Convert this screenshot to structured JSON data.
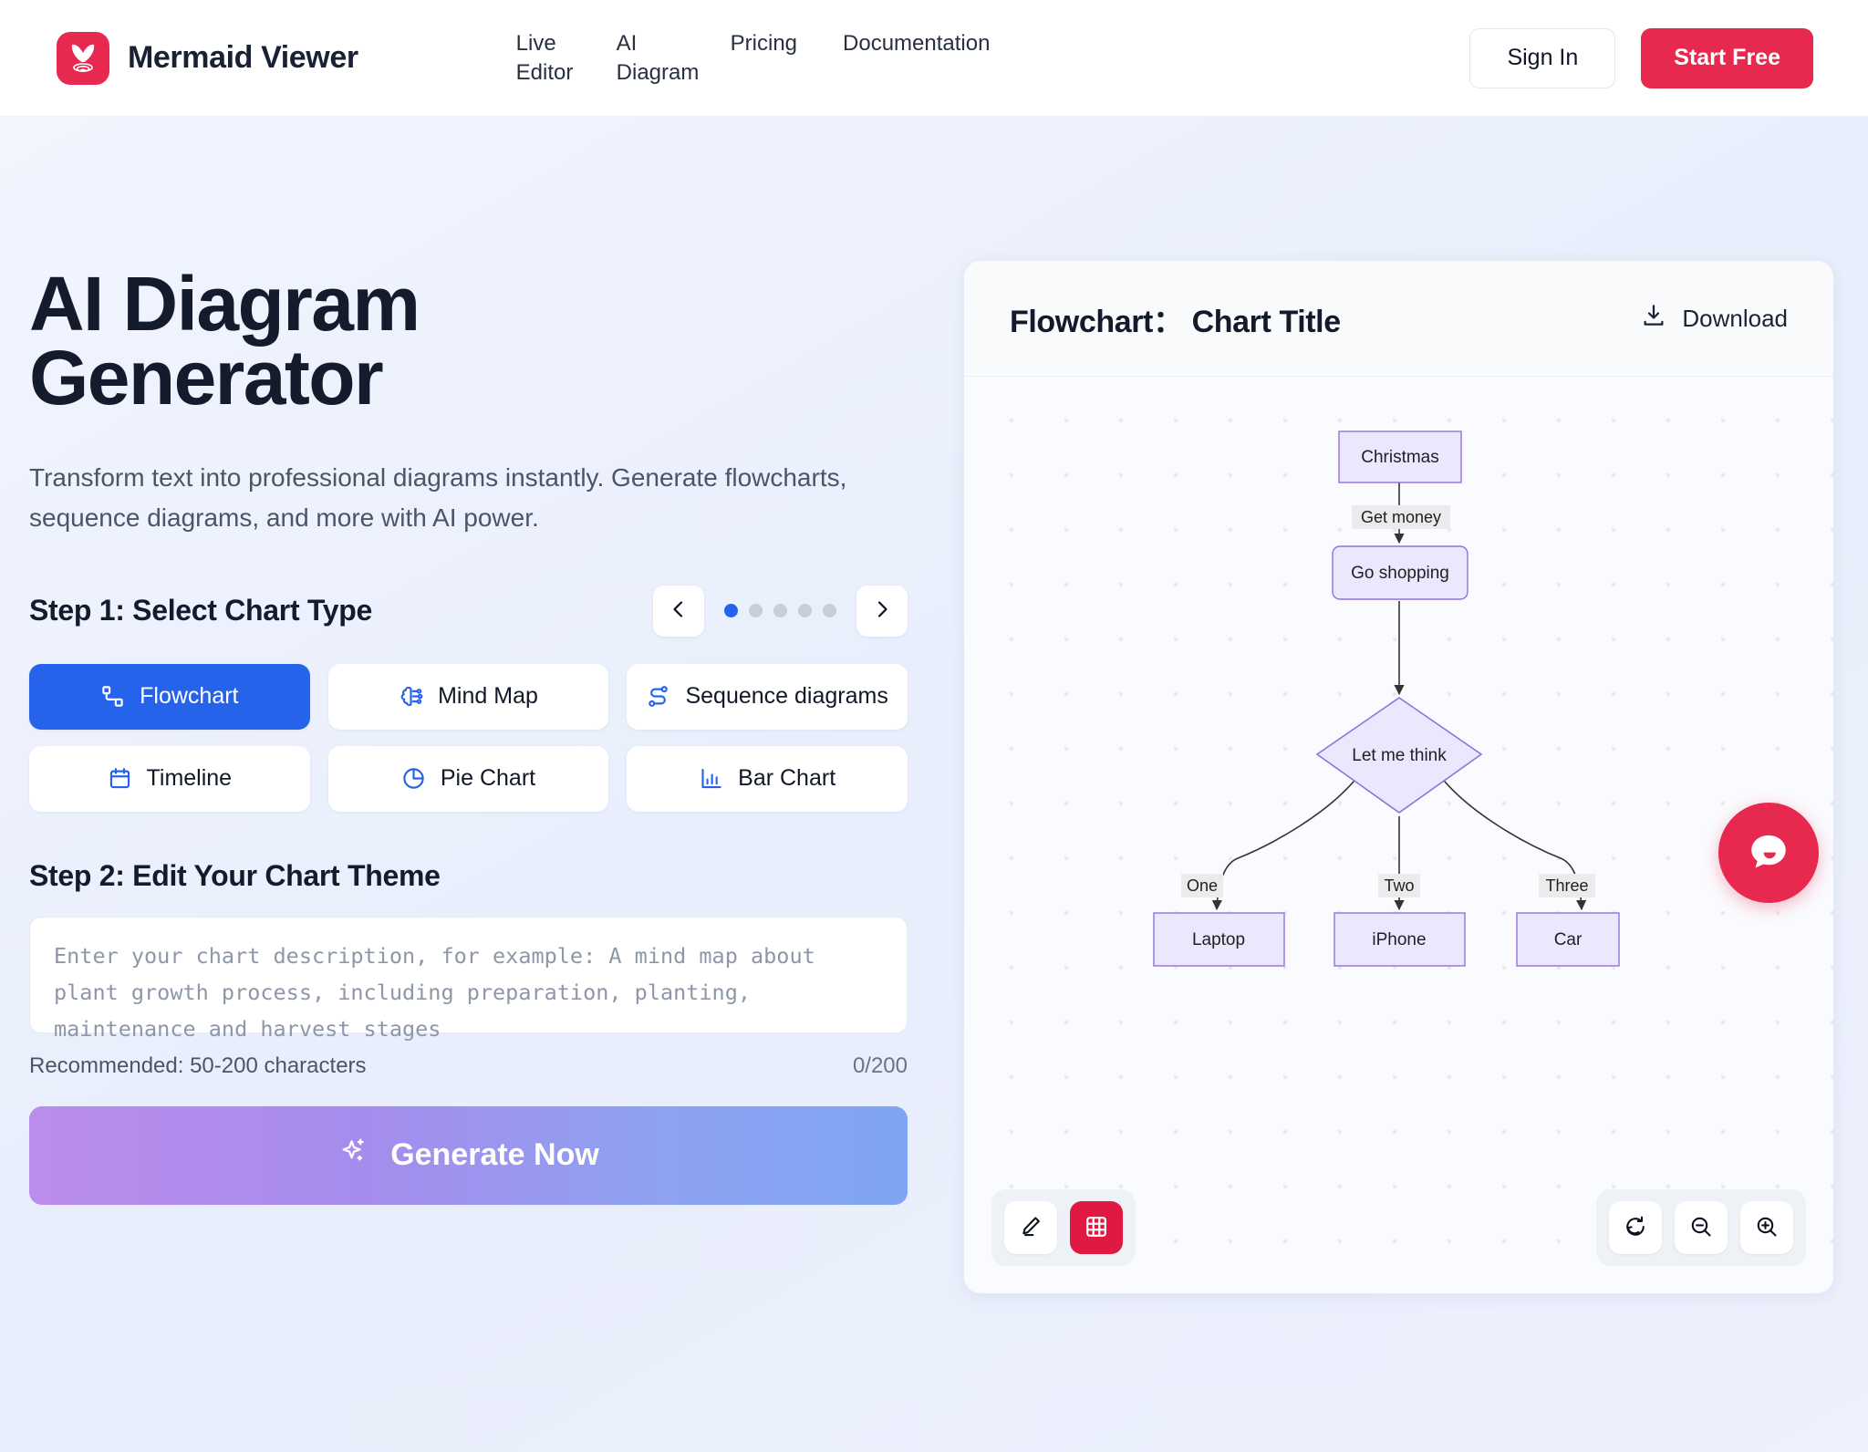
{
  "header": {
    "brand_name": "Mermaid Viewer",
    "logo_icon": "mermaid-tail-icon",
    "nav": [
      {
        "label": "Live Editor",
        "line1": "Live",
        "line2": "Editor"
      },
      {
        "label": "AI Diagram",
        "line1": "AI",
        "line2": "Diagram"
      },
      {
        "label": "Pricing",
        "line1": "Pricing",
        "line2": ""
      },
      {
        "label": "Documentation",
        "line1": "Documentation",
        "line2": ""
      }
    ],
    "sign_in_label": "Sign In",
    "start_free_label": "Start Free"
  },
  "hero": {
    "title_line1": "AI Diagram",
    "title_line2": "Generator",
    "subtitle": "Transform text into professional diagrams instantly. Generate flowcharts, sequence diagrams, and more with AI power."
  },
  "step1": {
    "title": "Step 1: Select Chart Type",
    "prev_icon": "chevron-left-icon",
    "next_icon": "chevron-right-icon",
    "dots_total": 5,
    "dot_active_index": 0,
    "active_color": "#2563EB",
    "inactive_color": "#C8CDD6",
    "types": [
      {
        "label": "Flowchart",
        "icon": "workflow-icon",
        "active": true
      },
      {
        "label": "Mind Map",
        "icon": "brain-icon",
        "active": false
      },
      {
        "label": "Sequence diagrams",
        "icon": "network-icon",
        "active": false
      },
      {
        "label": "Timeline",
        "icon": "calendar-icon",
        "active": false
      },
      {
        "label": "Pie Chart",
        "icon": "pie-chart-icon",
        "active": false
      },
      {
        "label": "Bar Chart",
        "icon": "bar-chart-icon",
        "active": false
      }
    ]
  },
  "step2": {
    "title": "Step 2: Edit Your Chart Theme",
    "textarea_value": "",
    "textarea_placeholder": "Enter your chart description, for example: A mind map about plant growth process, including preparation, planting, maintenance and harvest stages",
    "hint": "Recommended: 50-200 characters",
    "char_count": "0/200",
    "generate_label": "Generate Now",
    "generate_icon": "sparkles-icon"
  },
  "preview": {
    "title_prefix": "Flowchart：",
    "title_value": "Chart Title",
    "title_full": "Flowchart： Chart Title",
    "download_label": "Download",
    "download_icon": "download-icon",
    "toolbar_left": [
      {
        "name": "edit",
        "icon": "pencil-icon",
        "active": false
      },
      {
        "name": "grid",
        "icon": "grid-icon",
        "active": true
      }
    ],
    "toolbar_right": [
      {
        "name": "reset-view",
        "icon": "refresh-icon"
      },
      {
        "name": "zoom-out",
        "icon": "zoom-out-icon"
      },
      {
        "name": "zoom-in",
        "icon": "zoom-in-icon"
      }
    ]
  },
  "chart_data": {
    "type": "flowchart",
    "title": "Chart Title",
    "node_fill": "#EBE7FD",
    "node_stroke": "#9370DB",
    "edge_color": "#333333",
    "nodes": [
      {
        "id": "christmas",
        "label": "Christmas",
        "shape": "rect"
      },
      {
        "id": "goshopping",
        "label": "Go shopping",
        "shape": "round-rect"
      },
      {
        "id": "letmethink",
        "label": "Let me think",
        "shape": "diamond"
      },
      {
        "id": "laptop",
        "label": "Laptop",
        "shape": "rect"
      },
      {
        "id": "iphone",
        "label": "iPhone",
        "shape": "rect"
      },
      {
        "id": "car",
        "label": "Car",
        "shape": "rect"
      }
    ],
    "edges": [
      {
        "from": "christmas",
        "to": "goshopping",
        "label": "Get money"
      },
      {
        "from": "goshopping",
        "to": "letmethink",
        "label": ""
      },
      {
        "from": "letmethink",
        "to": "laptop",
        "label": "One"
      },
      {
        "from": "letmethink",
        "to": "iphone",
        "label": "Two"
      },
      {
        "from": "letmethink",
        "to": "car",
        "label": "Three"
      }
    ]
  },
  "chat": {
    "icon": "chat-bubble-icon",
    "color": "#E8294F"
  }
}
